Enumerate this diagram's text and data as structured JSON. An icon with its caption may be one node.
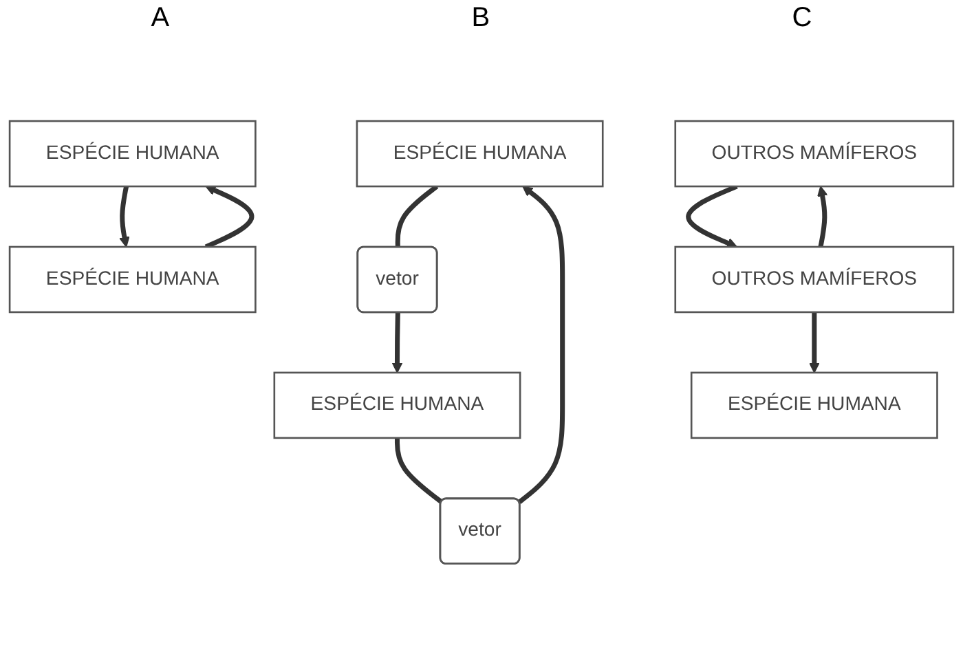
{
  "diagram": {
    "nodes": [
      {
        "text": [
          "ESPÉCIE HUMANA"
        ]
      },
      {
        "text": [
          "ESPÉCIE HUMANA"
        ]
      },
      {
        "text": [
          "ESPÉCIE HUMANA"
        ]
      },
      {
        "text": [
          "vetor"
        ]
      },
      {
        "text": [
          "vetor"
        ]
      },
      {
        "text": [
          "ESPÉCIE HUMANA"
        ]
      },
      {
        "text": [
          "OUTROS MAMÍFEROS"
        ]
      },
      {
        "text": [
          "OUTROS MAMÍFEROS"
        ]
      },
      {
        "text": [
          "ESPÉCIE HUMANA"
        ]
      }
    ],
    "edges": [
      {
        "from": 0,
        "to": 1,
        "arrow": "to"
      },
      {
        "from": 1,
        "to": 0,
        "arrow": "to"
      },
      {
        "from": 2,
        "to": 3,
        "arrow": "none"
      },
      {
        "from": 3,
        "to": 5,
        "arrow": "to"
      },
      {
        "from": 5,
        "to": 4,
        "arrow": "none"
      },
      {
        "from": 4,
        "to": 2,
        "arrow": "to"
      },
      {
        "from": 6,
        "to": 7,
        "arrow": "to"
      },
      {
        "from": 7,
        "to": 6,
        "arrow": "to"
      },
      {
        "from": 7,
        "to": 8,
        "arrow": "to"
      }
    ],
    "labels": [
      "A",
      "B",
      "C"
    ]
  }
}
